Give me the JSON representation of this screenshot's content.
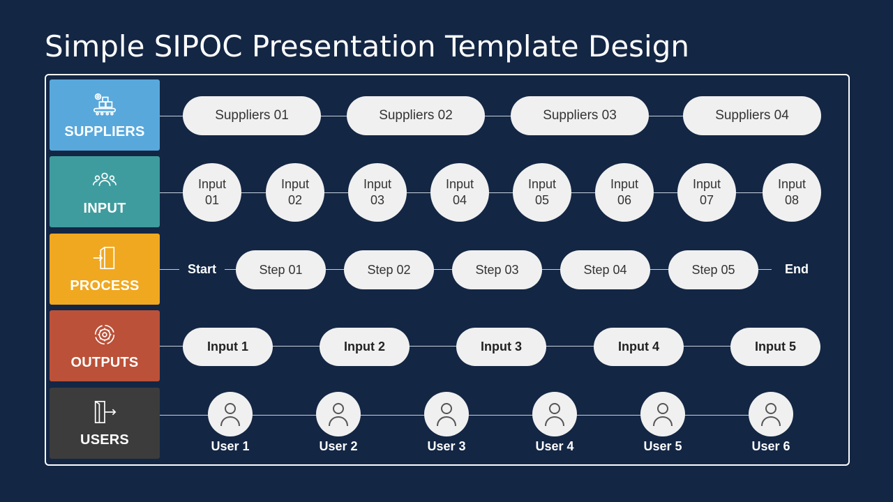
{
  "title": "Simple SIPOC Presentation Template Design",
  "colors": {
    "background": "#132644",
    "suppliers": "#58a8dc",
    "input": "#3f9c9e",
    "process": "#f0a820",
    "outputs": "#bb5138",
    "users": "#3c3c3c",
    "pill": "#f0f0f0"
  },
  "categories": {
    "suppliers": {
      "label": "SUPPLIERS",
      "icon": "conveyor-boxes-icon"
    },
    "input": {
      "label": "INPUT",
      "icon": "people-group-icon"
    },
    "process": {
      "label": "PROCESS",
      "icon": "door-enter-icon"
    },
    "outputs": {
      "label": "OUTPUTS",
      "icon": "gear-cycle-icon"
    },
    "users": {
      "label": "USERS",
      "icon": "door-exit-icon"
    }
  },
  "suppliers": [
    "Suppliers 01",
    "Suppliers 02",
    "Suppliers 03",
    "Suppliers 04"
  ],
  "inputs": [
    {
      "line1": "Input",
      "line2": "01"
    },
    {
      "line1": "Input",
      "line2": "02"
    },
    {
      "line1": "Input",
      "line2": "03"
    },
    {
      "line1": "Input",
      "line2": "04"
    },
    {
      "line1": "Input",
      "line2": "05"
    },
    {
      "line1": "Input",
      "line2": "06"
    },
    {
      "line1": "Input",
      "line2": "07"
    },
    {
      "line1": "Input",
      "line2": "08"
    }
  ],
  "process": {
    "start": "Start",
    "end": "End",
    "steps": [
      "Step 01",
      "Step 02",
      "Step 03",
      "Step 04",
      "Step 05"
    ]
  },
  "outputs": [
    "Input 1",
    "Input 2",
    "Input 3",
    "Input 4",
    "Input 5"
  ],
  "users": [
    "User 1",
    "User 2",
    "User 3",
    "User 4",
    "User 5",
    "User 6"
  ]
}
